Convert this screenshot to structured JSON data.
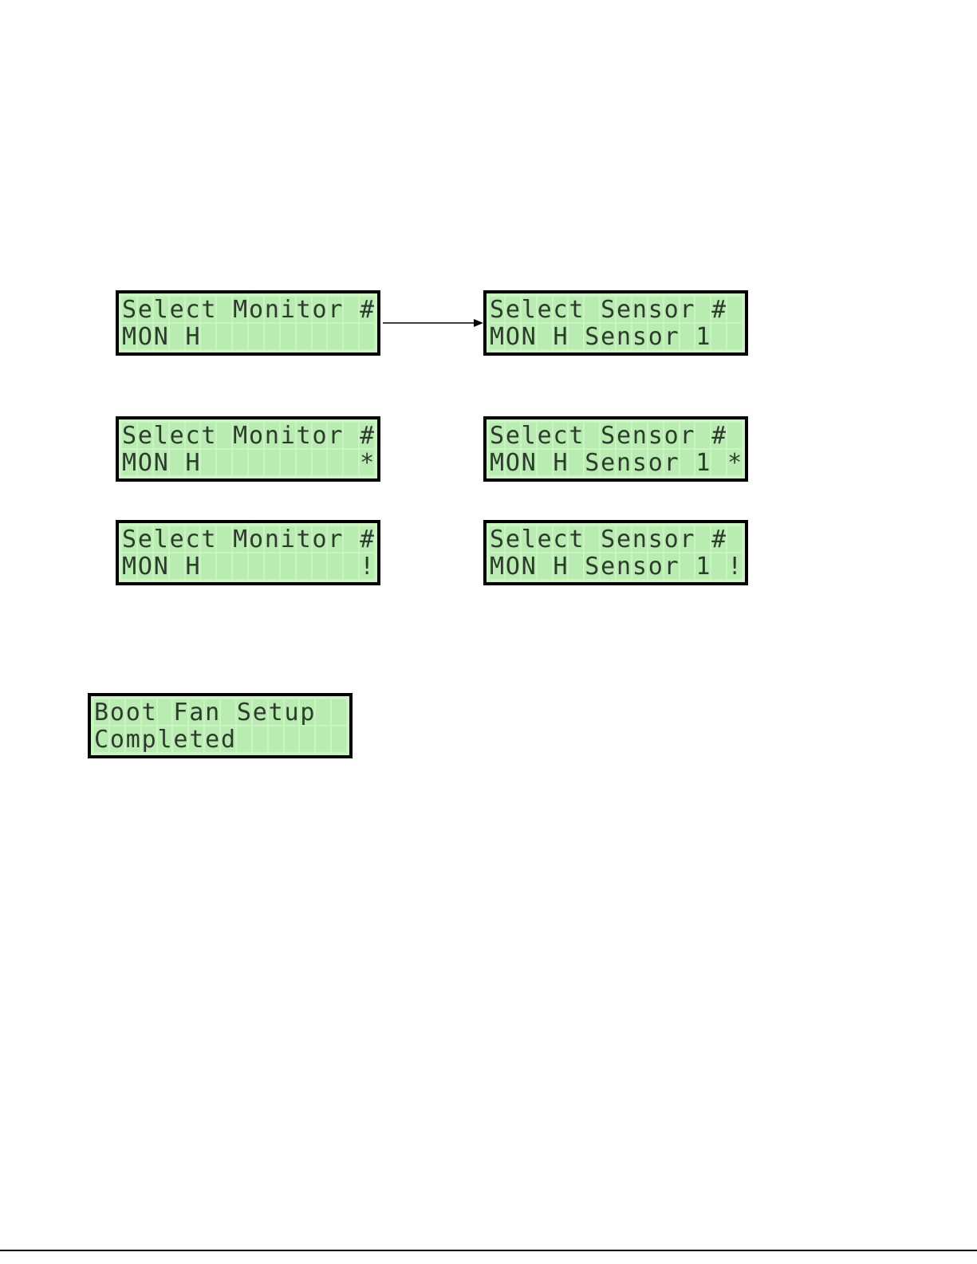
{
  "displays": [
    {
      "id": "monitor-select",
      "lines": [
        "Select Monitor #",
        "MON H"
      ]
    },
    {
      "id": "sensor-select",
      "lines": [
        "Select Sensor #",
        "MON H Sensor 1"
      ]
    },
    {
      "id": "monitor-select-star",
      "lines": [
        "Select Monitor #",
        "MON H          *"
      ]
    },
    {
      "id": "sensor-select-star",
      "lines": [
        "Select Sensor #",
        "MON H Sensor 1 *"
      ]
    },
    {
      "id": "monitor-select-bang",
      "lines": [
        "Select Monitor #",
        "MON H          !"
      ]
    },
    {
      "id": "sensor-select-bang",
      "lines": [
        "Select Sensor #",
        "MON H Sensor 1 !"
      ]
    },
    {
      "id": "boot-fan-setup",
      "lines": [
        "Boot Fan Setup",
        "Completed"
      ]
    }
  ],
  "colors": {
    "bezel": "#000000",
    "screen": "#c8f5c0",
    "cell": "#b9ecb1",
    "text": "#2f3a2f"
  }
}
